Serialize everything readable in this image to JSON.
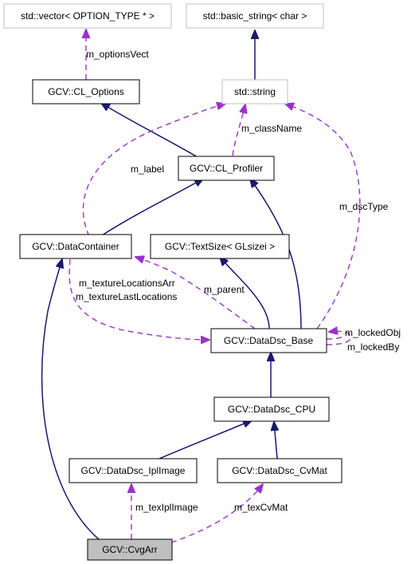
{
  "nodes": {
    "vector": "std::vector< OPTION_TYPE * >",
    "basic_string": "std::basic_string< char >",
    "cl_options": "GCV::CL_Options",
    "std_string": "std::string",
    "cl_profiler": "GCV::CL_Profiler",
    "datacontainer": "GCV::DataContainer",
    "textsize": "GCV::TextSize< GLsizei >",
    "datadsc_base": "GCV::DataDsc_Base",
    "datadsc_cpu": "GCV::DataDsc_CPU",
    "datadsc_iplimage": "GCV::DataDsc_IplImage",
    "datadsc_cvmat": "GCV::DataDsc_CvMat",
    "cvgarr": "GCV::CvgArr"
  },
  "edge_labels": {
    "m_optionsVect": "m_optionsVect",
    "m_className": "m_className",
    "m_label": "m_label",
    "m_dscType": "m_dscType",
    "m_textureLocationsArr": "m_textureLocationsArr",
    "m_textureLastLocations": "m_textureLastLocations",
    "m_parent": "m_parent",
    "m_lockedObj": "m_lockedObj",
    "m_lockedBy": "m_lockedBy",
    "m_texIplImage": "m_texIplImage",
    "m_texCvMat": "m_texCvMat"
  },
  "colors": {
    "inheritance": "#191970",
    "usage": "#9a32cd",
    "focus_fill": "#bfbfbf",
    "external_border": "#bfbfbf"
  }
}
